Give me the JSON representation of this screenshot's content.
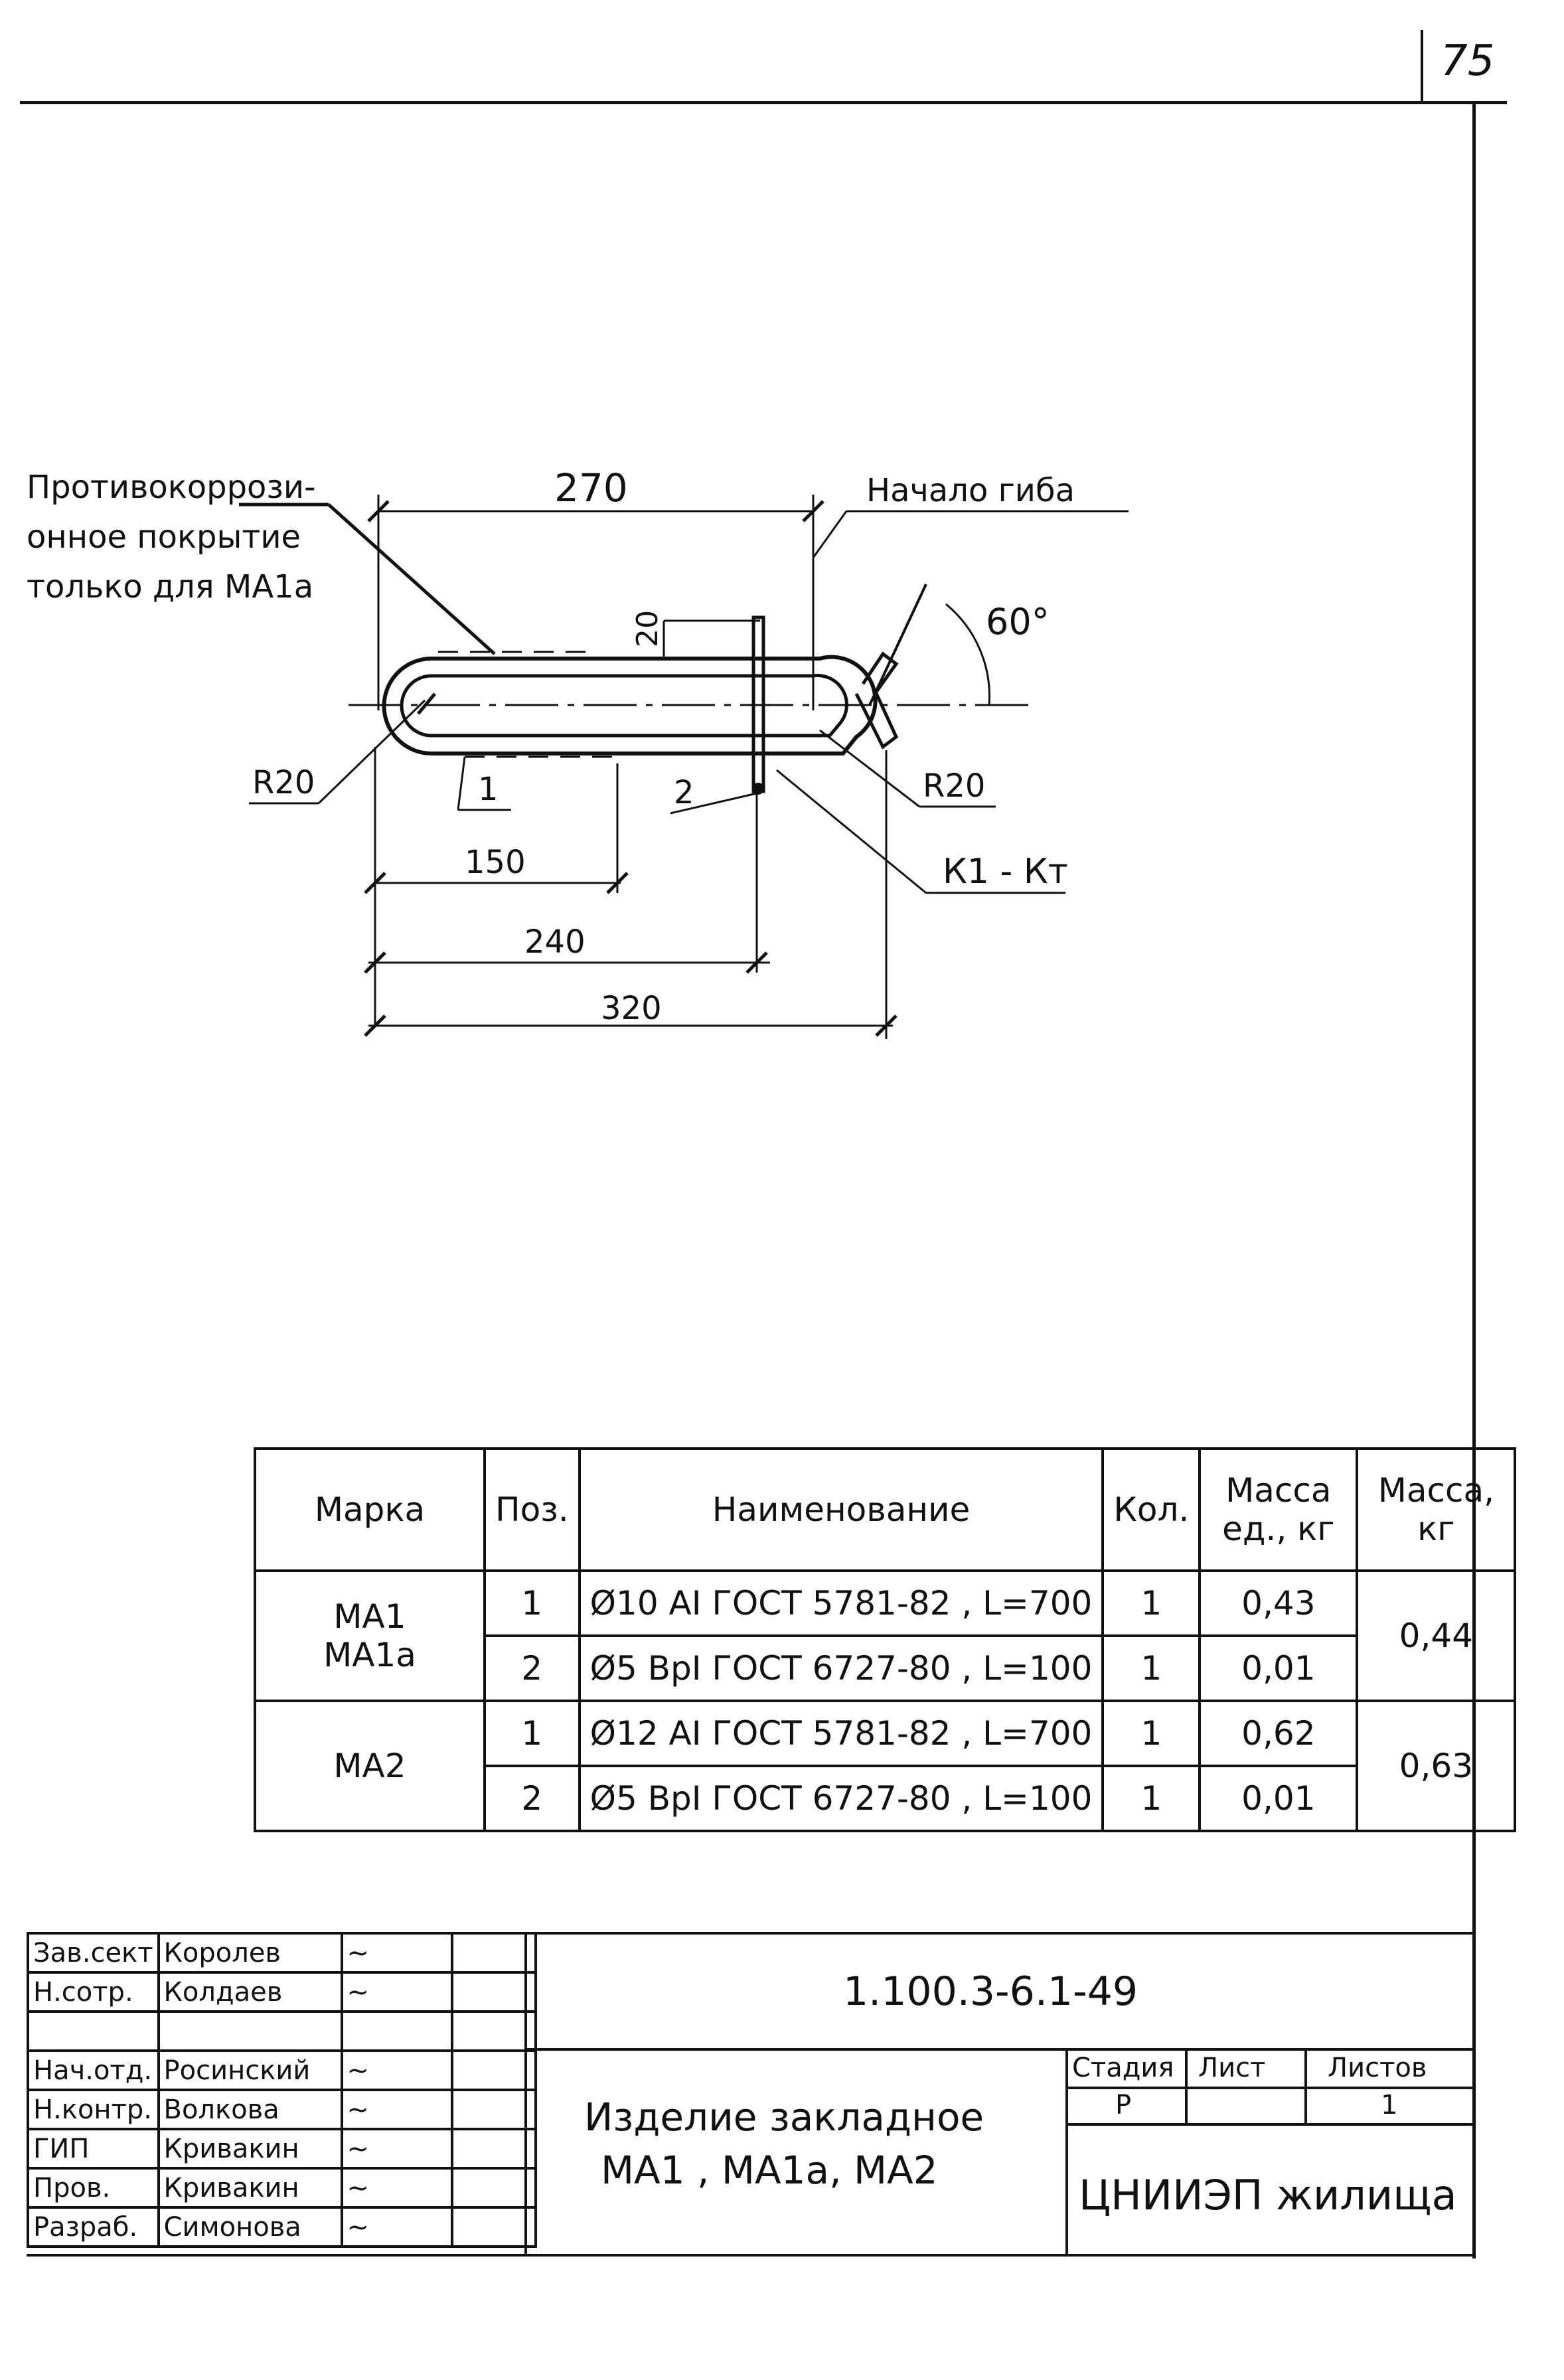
{
  "page_number": "75",
  "drawing": {
    "note_lines": [
      "Противокоррози-",
      "онное покрытие",
      "только для МА1а"
    ],
    "bend_start_label": "Начало гиба",
    "angle_label": "60°",
    "dimensions": {
      "top_length": "270",
      "vertical": "20",
      "length_150": "150",
      "length_240": "240",
      "length_320": "320"
    },
    "radius_left": "R20",
    "radius_right": "R20",
    "pos1": "1",
    "pos2": "2",
    "weld": "К1 - Кт"
  },
  "spec_table": {
    "headers": [
      "Марка",
      "Поз.",
      "Наименование",
      "Кол.",
      "Масса ед., кг",
      "Масса, кг"
    ],
    "groups": [
      {
        "marks": [
          "МА1",
          "МА1а"
        ],
        "total_mass": "0,44",
        "rows": [
          {
            "pos": "1",
            "name": "Ø10 AI ГОСТ 5781-82 , L=700",
            "qty": "1",
            "unit_mass": "0,43"
          },
          {
            "pos": "2",
            "name": "Ø5 ВрI ГОСТ 6727-80 , L=100",
            "qty": "1",
            "unit_mass": "0,01"
          }
        ]
      },
      {
        "marks": [
          "МА2"
        ],
        "total_mass": "0,63",
        "rows": [
          {
            "pos": "1",
            "name": "Ø12 AI ГОСТ 5781-82 , L=700",
            "qty": "1",
            "unit_mass": "0,62"
          },
          {
            "pos": "2",
            "name": "Ø5 ВрI ГОСТ 6727-80 , L=100",
            "qty": "1",
            "unit_mass": "0,01"
          }
        ]
      }
    ]
  },
  "title_block": {
    "document_code": "1.100.3-6.1-49",
    "title_line1": "Изделие закладное",
    "title_line2": "МА1 , МА1а, МА2",
    "stage_label": "Стадия",
    "sheet_label": "Лист",
    "sheets_label": "Листов",
    "stage_value": "Р",
    "sheet_value": "",
    "sheets_value": "1",
    "organization": "ЦНИИЭП жилища",
    "staff": [
      {
        "role": "Зав.сект",
        "name": "Королев"
      },
      {
        "role": "Н.сотр.",
        "name": "Колдаев"
      },
      {
        "role": "",
        "name": ""
      },
      {
        "role": "Нач.отд.",
        "name": "Росинский"
      },
      {
        "role": "Н.контр.",
        "name": "Волкова"
      },
      {
        "role": "ГИП",
        "name": "Кривакин"
      },
      {
        "role": "Пров.",
        "name": "Кривакин"
      },
      {
        "role": "Разраб.",
        "name": "Симонова"
      }
    ]
  }
}
